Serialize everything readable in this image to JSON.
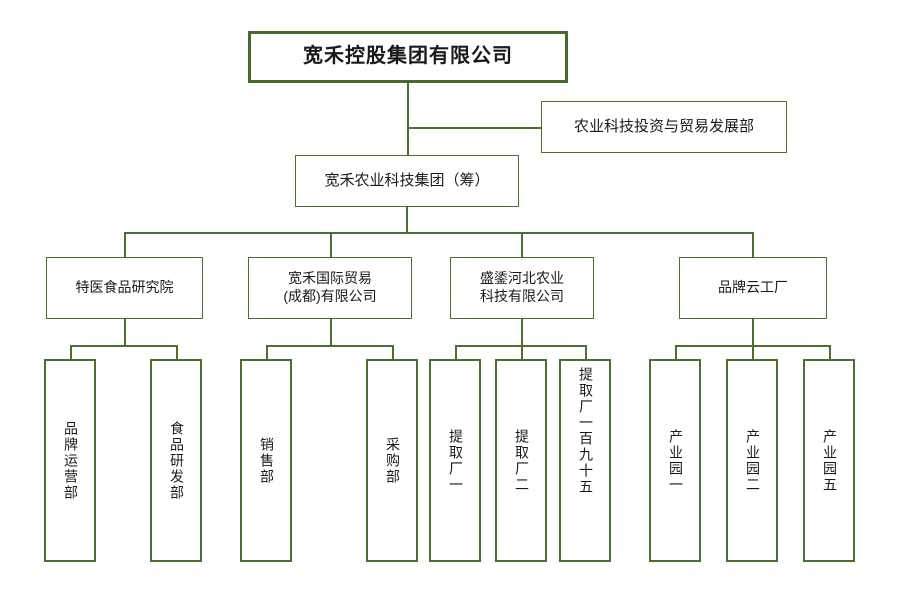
{
  "chart": {
    "type": "org-chart",
    "accent_color": "#4a7030",
    "background": "#ffffff",
    "text_color": "#1a1a1a"
  },
  "root": {
    "label": "宽禾控股集团有限公司"
  },
  "staff_department": {
    "label": "农业科技投资与贸易发展部"
  },
  "group": {
    "label": "宽禾农业科技集团（筹）"
  },
  "divisions": [
    {
      "label": "特医食品研究院"
    },
    {
      "label": "宽禾国际贸易\n(成都)有限公司"
    },
    {
      "label": "盛鋈河北农业\n科技有限公司"
    },
    {
      "label": "品牌云工厂"
    }
  ],
  "leaves": {
    "research_institute": [
      {
        "label": "品牌运营部"
      },
      {
        "label": "食品研发部"
      }
    ],
    "international_trade": [
      {
        "label": "销售部"
      },
      {
        "label": "采购部"
      }
    ],
    "hebei_agri": [
      {
        "label": "提取厂一"
      },
      {
        "label": "提取厂二"
      },
      {
        "label": "提取厂一百九十五"
      }
    ],
    "cloud_factory": [
      {
        "label": "产业园一"
      },
      {
        "label": "产业园二"
      },
      {
        "label": "产业园五"
      }
    ]
  }
}
